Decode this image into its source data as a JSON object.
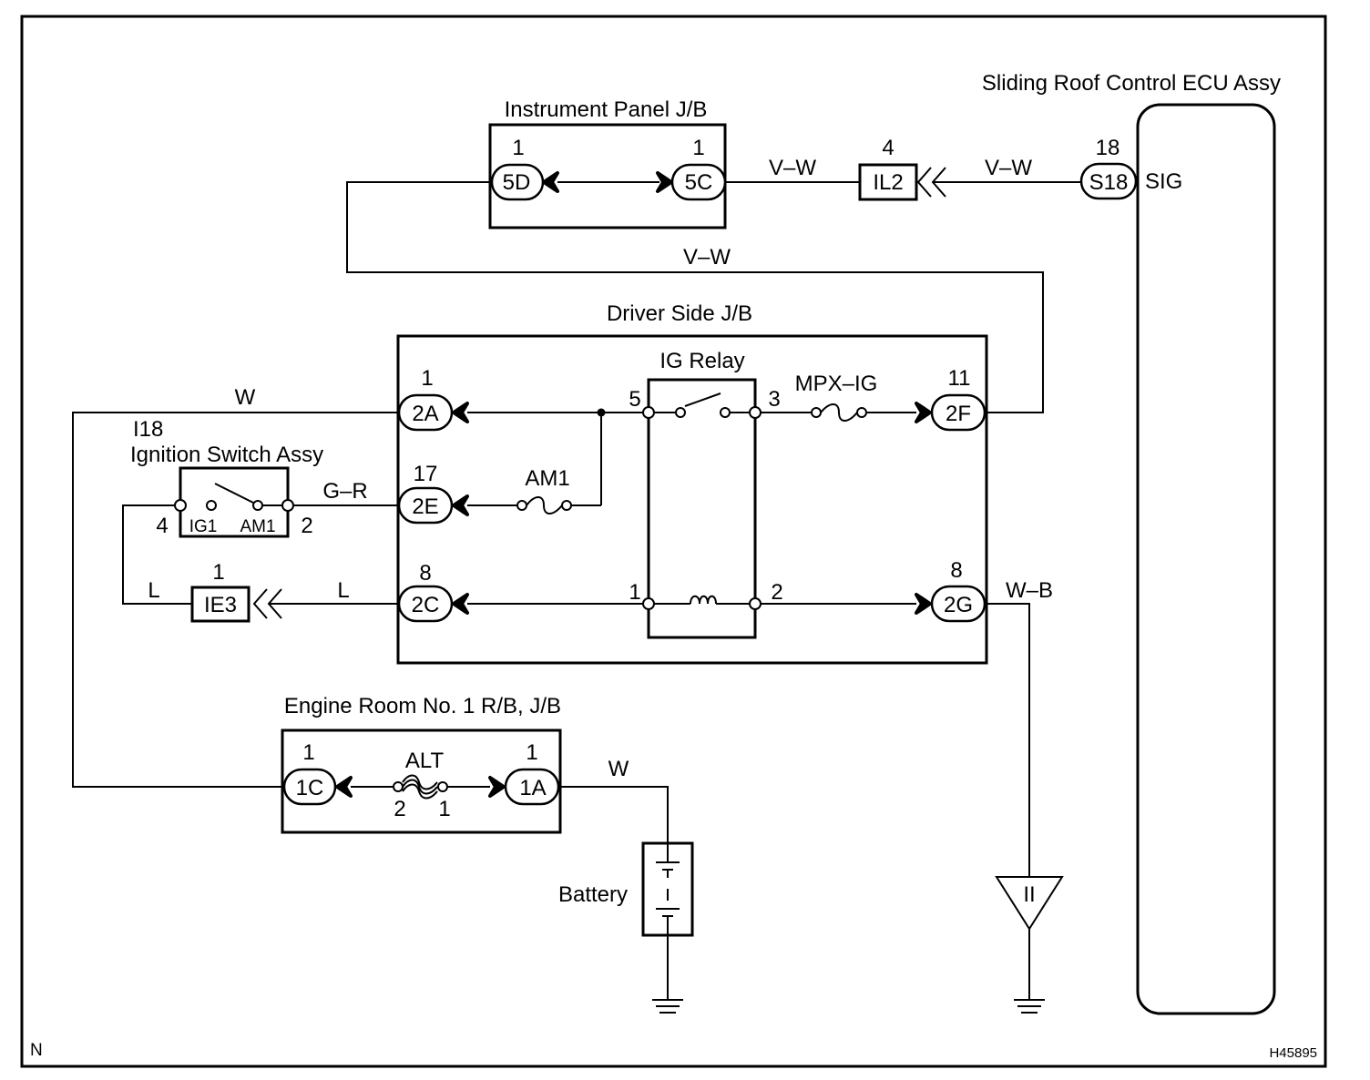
{
  "ecu": {
    "title": "Sliding Roof Control ECU Assy",
    "pin_number": "18",
    "connector": "S18",
    "signal": "SIG"
  },
  "ip_jb": {
    "title": "Instrument Panel J/B",
    "left_pin_number": "1",
    "left_connector": "5D",
    "right_pin_number": "1",
    "right_connector": "5C"
  },
  "il2": {
    "pin_number": "4",
    "connector": "IL2"
  },
  "wires": {
    "vw_left": "V–W",
    "vw_right": "V–W",
    "vw_mid": "V–W",
    "w_left": "W",
    "gr": "G–R",
    "l_left": "L",
    "l_right": "L",
    "wb": "W–B",
    "w_battery": "W"
  },
  "driver_jb": {
    "title": "Driver Side J/B",
    "relay_title": "IG Relay",
    "c2a": {
      "pin_number": "1",
      "connector": "2A"
    },
    "c2e": {
      "pin_number": "17",
      "connector": "2E"
    },
    "c2c": {
      "pin_number": "8",
      "connector": "2C"
    },
    "c2f": {
      "pin_number": "11",
      "connector": "2F"
    },
    "c2g": {
      "pin_number": "8",
      "connector": "2G"
    },
    "fuse_am1": "AM1",
    "fuse_mpx": "MPX–IG",
    "relay_pins": {
      "p5": "5",
      "p3": "3",
      "p1": "1",
      "p2": "2"
    }
  },
  "ignition": {
    "code": "I18",
    "title": "Ignition Switch Assy",
    "pin_left": "4",
    "pin_right": "2",
    "label_ig1": "IG1",
    "label_am1": "AM1"
  },
  "ie3": {
    "pin_number": "1",
    "connector": "IE3"
  },
  "engine_jb": {
    "title": "Engine Room No. 1 R/B, J/B",
    "c1c": {
      "pin_number": "1",
      "connector": "1C"
    },
    "c1a": {
      "pin_number": "1",
      "connector": "1A"
    },
    "fuse_alt": "ALT",
    "fuse_pin_left": "2",
    "fuse_pin_right": "1"
  },
  "battery": "Battery",
  "ground_point": "II",
  "corner_left": "N",
  "figure_code": "H45895"
}
